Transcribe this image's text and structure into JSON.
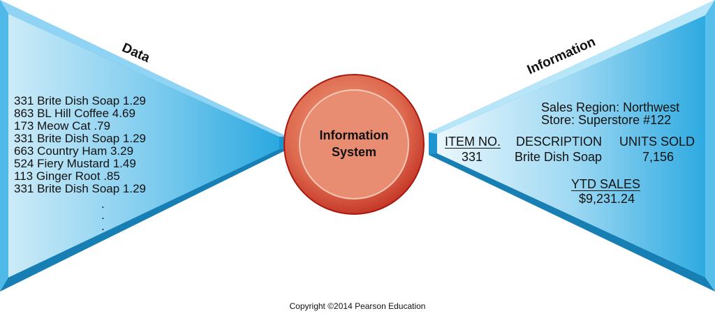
{
  "left": {
    "title": "Data",
    "rows": [
      "331 Brite Dish Soap  1.29",
      "863 BL Hill Coffee  4.69",
      "173 Meow Cat  .79",
      "331 Brite Dish Soap  1.29",
      "663 Country Ham 3.29",
      "524 Fiery Mustard  1.49",
      "113 Ginger Root  .85",
      "331 Brite Dish Soap  1.29"
    ],
    "ellipsis": [
      ".",
      ".",
      "."
    ]
  },
  "center": {
    "line1": "Information",
    "line2": "System"
  },
  "right": {
    "title": "Information",
    "region": "Sales Region: Northwest",
    "store": "Store: Superstore #122",
    "col_item": "ITEM NO.",
    "col_desc": "DESCRIPTION",
    "col_units": "UNITS SOLD",
    "item_no": "331",
    "item_desc": "Brite Dish Soap",
    "item_units": "7,156",
    "ytd_label": "YTD SALES",
    "ytd_value": "$9,231.24"
  },
  "copyright": "Copyright ©2014 Pearson Education",
  "colors": {
    "triangle_dark": "#29a9e1",
    "triangle_light": "#dff2fb",
    "circle_outer": "#c8261b",
    "circle_inner": "#e98d72"
  }
}
